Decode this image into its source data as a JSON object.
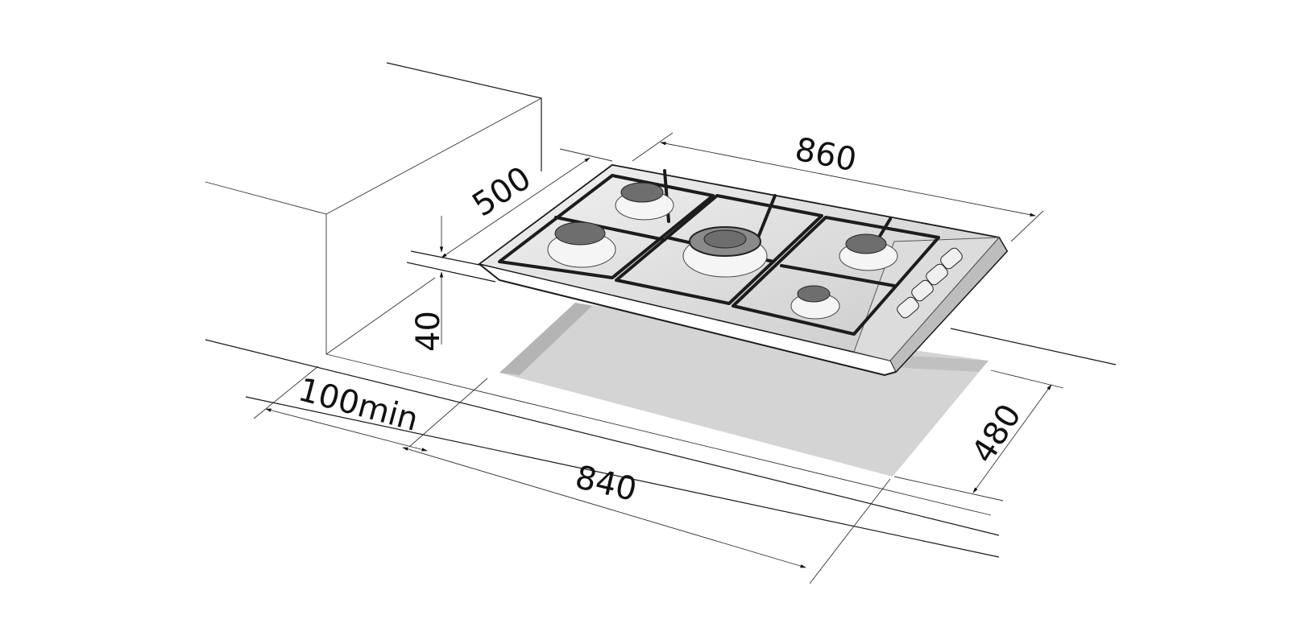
{
  "diagram": {
    "subject": "Built-in gas hob installation dimensions",
    "units": "mm",
    "burner_count": 5,
    "knob_count": 4,
    "dimensions": {
      "hob_width": "860",
      "hob_depth": "500",
      "hob_height": "40",
      "cutout_width": "840",
      "cutout_depth": "480",
      "side_clearance": "100min"
    },
    "colors": {
      "line": "#1a1a1a",
      "cutout_fill": "#d4d4d4",
      "cutout_edge": "#b4b4b4",
      "hob_steel": "#e6e6e6",
      "burner_cap": "#6e6e6e"
    }
  }
}
